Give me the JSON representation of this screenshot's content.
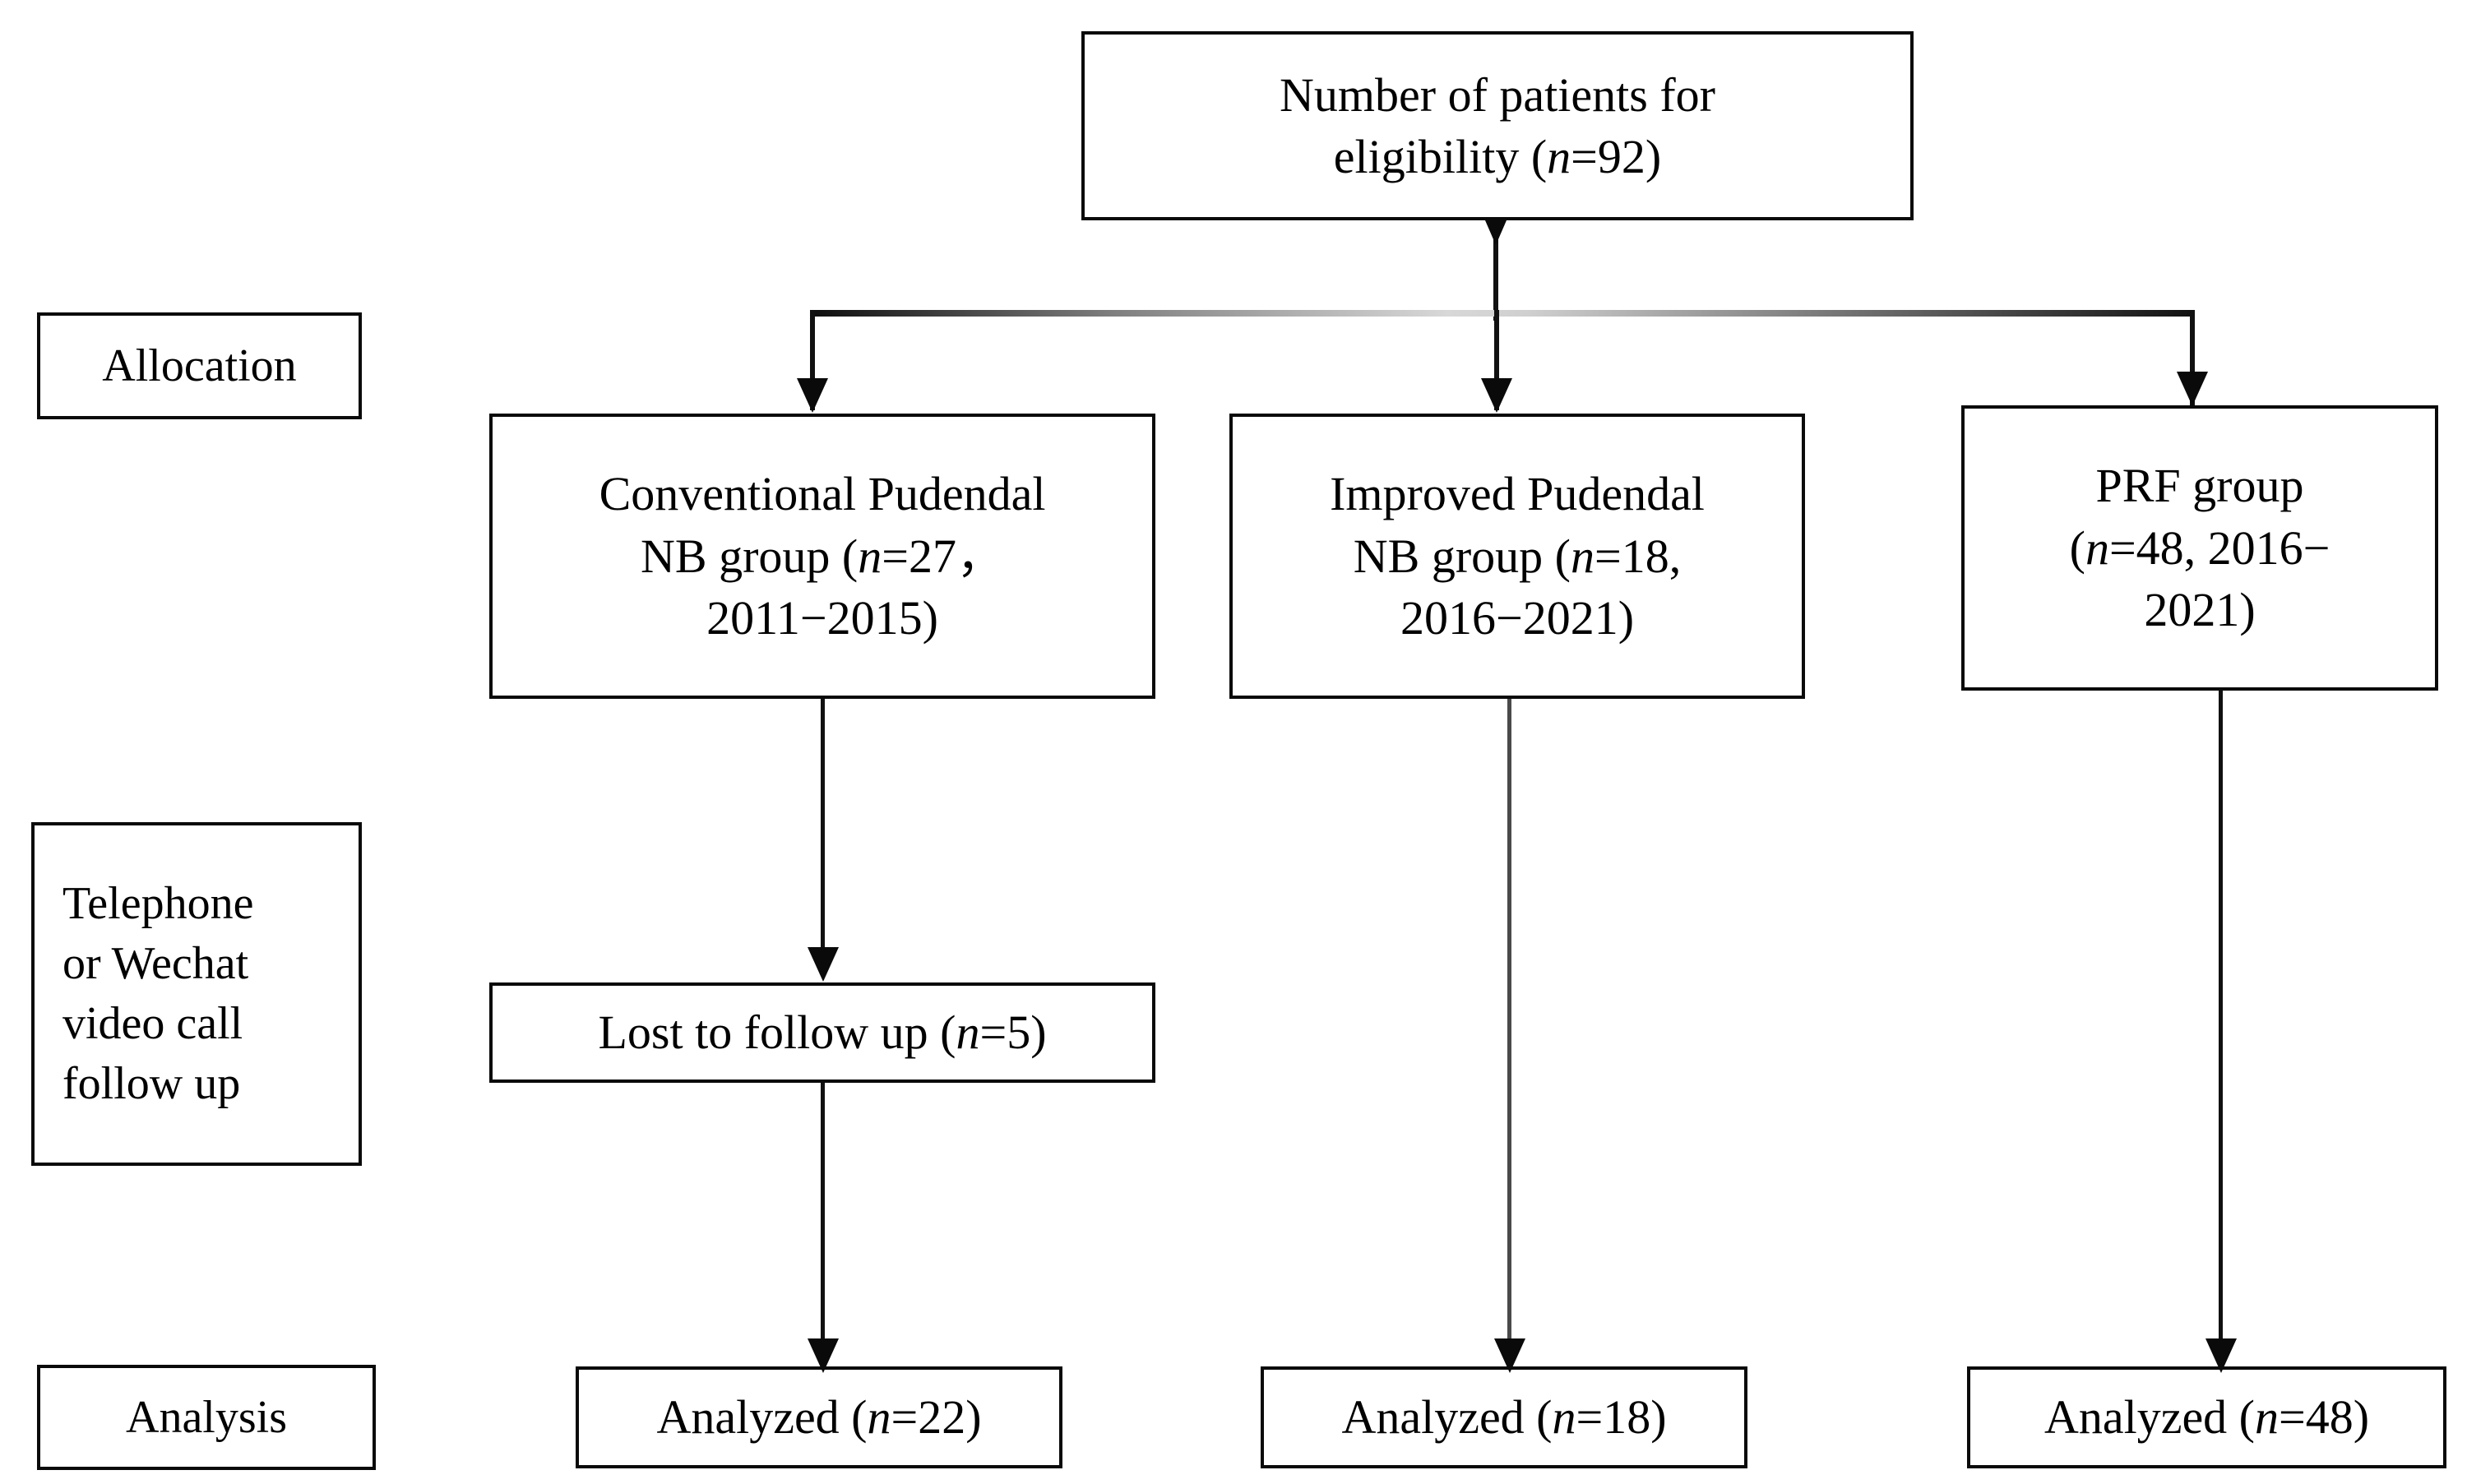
{
  "diagram": {
    "title": "Patient allocation flow diagram",
    "type": "flowchart",
    "background_color": "#ffffff",
    "line_color": "#111111",
    "box_border_color": "#0a0a0a"
  },
  "stage_labels": [
    {
      "id": "allocation",
      "text": "Allocation"
    },
    {
      "id": "followup",
      "text": "Telephone\nor Wechat\nvideo call\nfollow up"
    },
    {
      "id": "analysis",
      "text": "Analysis"
    }
  ],
  "nodes": {
    "eligibility": {
      "id": "eligibility",
      "text": "Number of patients for\neligibility (n=92)",
      "count": 92
    },
    "conventional_group": {
      "id": "conventional-pudendal-nb-group",
      "text": "Conventional Pudendal\nNB group (n=27，\n2011−2015)",
      "count": 27,
      "years": "2011−2015"
    },
    "improved_group": {
      "id": "improved-pudendal-nb-group",
      "text": "Improved Pudendal\nNB group (n=18,\n2016−2021)",
      "count": 18,
      "years": "2016−2021"
    },
    "prf_group": {
      "id": "prf-group",
      "text": "PRF group\n(n=48, 2016−\n2021)",
      "count": 48,
      "years": "2016−2021"
    },
    "lost_to_followup": {
      "id": "lost-to-follow-up",
      "text": "Lost to follow up (n=5)",
      "count": 5
    },
    "analyzed_conventional": {
      "id": "analyzed-conventional",
      "text": "Analyzed (n=22)",
      "count": 22
    },
    "analyzed_improved": {
      "id": "analyzed-improved",
      "text": "Analyzed (n=18)",
      "count": 18
    },
    "analyzed_prf": {
      "id": "analyzed-prf",
      "text": "Analyzed (n=48)",
      "count": 48
    }
  },
  "edges": [
    {
      "from": "eligibility",
      "to": "distribution-bar",
      "style": "arrow-down"
    },
    {
      "from": "distribution-bar",
      "to": "conventional_group",
      "style": "arrow-down"
    },
    {
      "from": "distribution-bar",
      "to": "improved_group",
      "style": "arrow-down"
    },
    {
      "from": "distribution-bar",
      "to": "prf_group",
      "style": "arrow-down"
    },
    {
      "from": "conventional_group",
      "to": "lost_to_followup",
      "style": "arrow-down"
    },
    {
      "from": "lost_to_followup",
      "to": "analyzed_conventional",
      "style": "arrow-down"
    },
    {
      "from": "improved_group",
      "to": "analyzed_improved",
      "style": "arrow-down"
    },
    {
      "from": "prf_group",
      "to": "analyzed_prf",
      "style": "arrow-down"
    }
  ]
}
